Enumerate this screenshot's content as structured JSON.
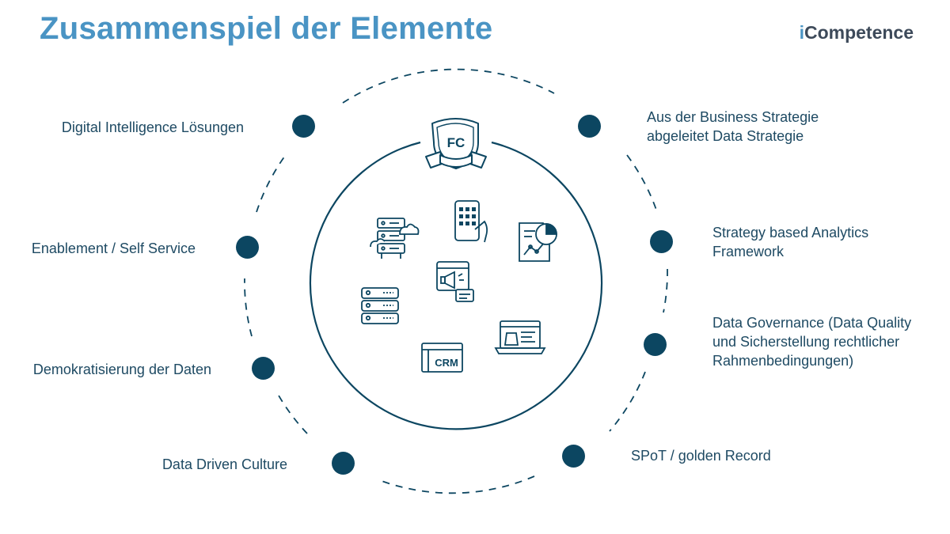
{
  "title": "Zusammenspiel der Elemente",
  "brand": {
    "prefix": "i",
    "rest": "Competence"
  },
  "colors": {
    "title": "#4a94c4",
    "dot": "#0c4661",
    "text": "#1e4a63",
    "line": "#0c4661"
  },
  "center_badge": "FC",
  "center_crm": "CRM",
  "labels": {
    "digital_intelligence": "Digital Intelligence Lösungen",
    "enablement": "Enablement / Self Service",
    "democratization": "Demokratisierung der Daten",
    "data_driven_culture": "Data Driven Culture",
    "business_strategy_1": "Aus der Business Strategie",
    "business_strategy_2": "abgeleitet Data Strategie",
    "analytics_framework_1": "Strategy based Analytics",
    "analytics_framework_2": "Framework",
    "data_governance_1": "Data Governance (Data Quality",
    "data_governance_2": "und Sicherstellung rechtlicher",
    "data_governance_3": "Rahmenbedingungen)",
    "spot": "SPoT / golden Record"
  },
  "icons": [
    "shield-badge-icon",
    "server-cloud-icon",
    "smartphone-icon",
    "report-chart-icon",
    "marketing-monitor-icon",
    "server-stack-icon",
    "crm-icon",
    "ecommerce-laptop-icon"
  ]
}
